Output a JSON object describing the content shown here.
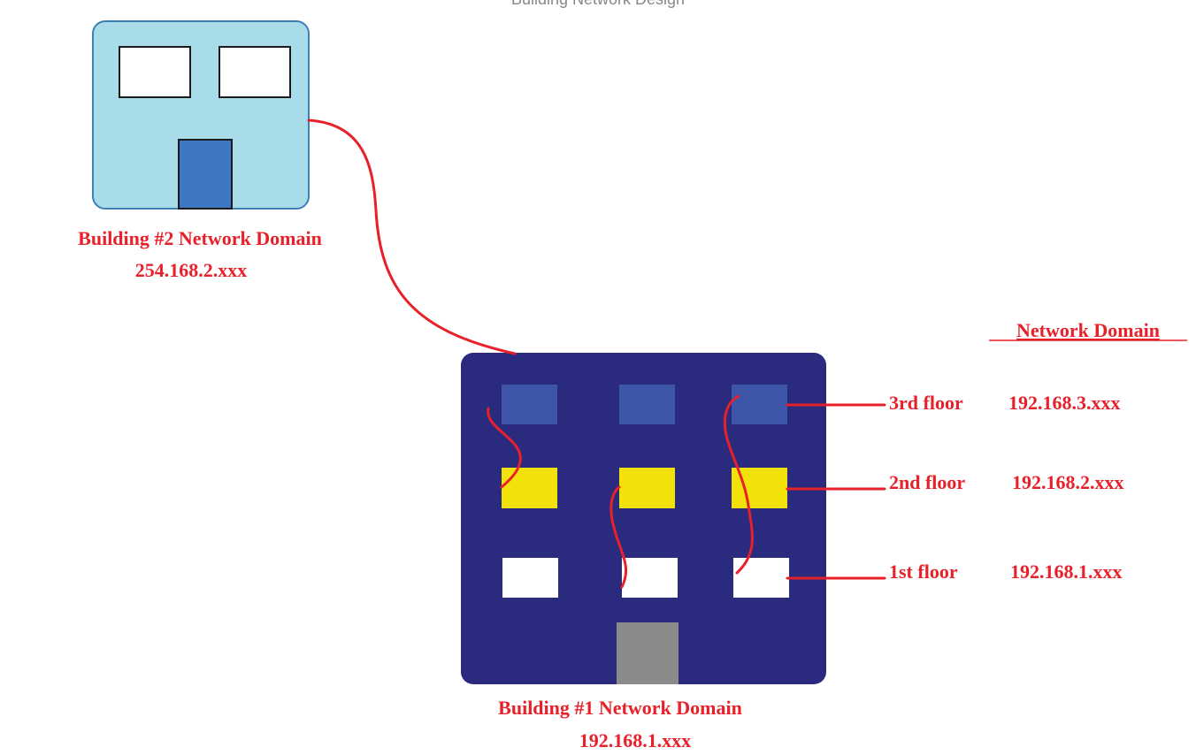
{
  "top_caption": "Building Network Design",
  "building2": {
    "label": "Building #2 Network Domain",
    "address": "254.168.2.xxx"
  },
  "building1": {
    "label": "Building #1  Network Domain",
    "address": "192.168.1.xxx"
  },
  "legend": {
    "header": "Network Domain",
    "floors": [
      {
        "name": "3rd floor",
        "address": "192.168.3.xxx"
      },
      {
        "name": "2nd floor",
        "address": "192.168.2.xxx"
      },
      {
        "name": "1st floor",
        "address": "192.168.1.xxx"
      }
    ]
  },
  "colors": {
    "cable": "#e8202a",
    "building1_body": "#2a2a7e",
    "building2_body": "#a8dce8",
    "floor3_window": "#3d56a8",
    "floor2_window": "#f2e20a",
    "floor1_window": "#ffffff",
    "door1": "#8a8a8a",
    "door2": "#3e78c2"
  }
}
